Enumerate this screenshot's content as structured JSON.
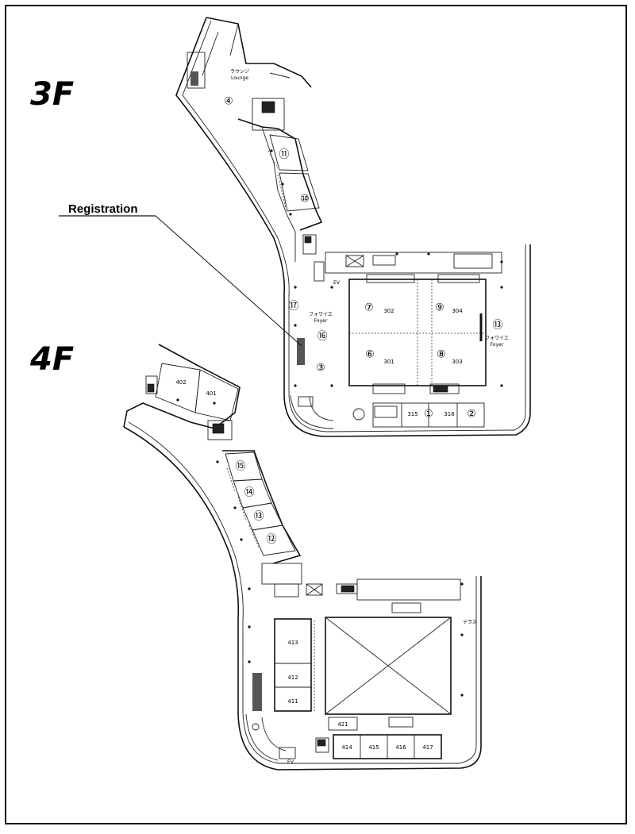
{
  "floors": [
    {
      "label": "3F",
      "lounge_jp": "ラウンジ",
      "lounge_en": "Lounge",
      "foyer_jp": "フォワイエ",
      "foyer_en": "Foyer",
      "foyer2_jp": "フォワイエ",
      "foyer2_en": "Foyer",
      "rooms": [
        "302",
        "304",
        "301",
        "303",
        "315",
        "316"
      ],
      "markers": [
        "④",
        "⑪",
        "⑩",
        "⑰",
        "⑦",
        "⑨",
        "⑯",
        "⑬",
        "③",
        "⑥",
        "⑧",
        "①",
        "②"
      ],
      "ev": "EV"
    },
    {
      "label": "4F",
      "rooms": [
        "402",
        "401",
        "413",
        "412",
        "411",
        "421",
        "414",
        "415",
        "416",
        "417"
      ],
      "markers": [
        "⑮",
        "⑭",
        "⑬",
        "⑫"
      ],
      "ev": "EV",
      "terrace_jp": "テラス"
    }
  ],
  "annotations": {
    "registration": "Registration"
  }
}
